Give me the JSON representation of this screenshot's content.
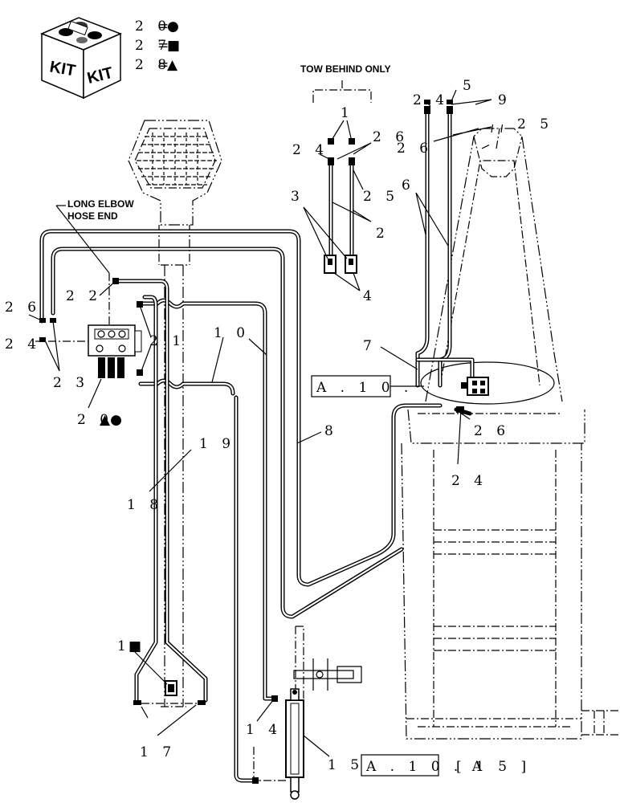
{
  "kit_legend": {
    "box_left": "KIT",
    "box_right": "KIT",
    "rows": [
      {
        "num": "2 0",
        "eq": "=",
        "symbol": "●"
      },
      {
        "num": "2 7",
        "eq": "=",
        "symbol": "■"
      },
      {
        "num": "2 8",
        "eq": "=",
        "symbol": "▲"
      }
    ]
  },
  "captions": {
    "tow_behind": "TOW BEHIND ONLY",
    "long_elbow_1": "LONG ELBOW",
    "long_elbow_2": "HOSE END"
  },
  "callouts": {
    "c1_top": "1",
    "c24_a": "2 4",
    "c26_a": "2 6",
    "c25_a": "2 5",
    "c3": "3",
    "c2": "2",
    "c4": "4",
    "c24_b": "2 4",
    "c5": "5",
    "c9": "9",
    "c25_b": "2 5",
    "c26_b": "2 6",
    "c6": "6",
    "c7": "7",
    "c26_c": "2 6",
    "c24_c": "2 4",
    "c26_d": "2 6",
    "c24_d": "2 4",
    "c22": "2 2",
    "c23": "2 3",
    "c21": "2 1",
    "c20": "2 0",
    "c10": "1 0",
    "c19": "1 9",
    "c18": "1 8",
    "c8": "8",
    "c1_bottom": "1",
    "c17": "1 7",
    "c14": "1 4",
    "c15": "1 5"
  },
  "references": {
    "ref_a": "A . 1 0 .",
    "ref_b": "A . 1 0 . A",
    "ref_b_page": "[ 1 5 ]"
  },
  "symbols": {
    "c20_kit_marks": "▲●",
    "c1_kit_mark": "■"
  }
}
